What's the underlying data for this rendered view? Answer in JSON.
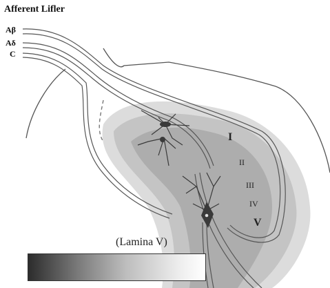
{
  "figure": {
    "title": "Afferent Lifler",
    "fibers": [
      {
        "label": "Aβ"
      },
      {
        "label": "Aδ"
      },
      {
        "label": "C"
      }
    ],
    "laminae": [
      {
        "label": "I"
      },
      {
        "label": "II"
      },
      {
        "label": "III"
      },
      {
        "label": "IV"
      },
      {
        "label": "V"
      }
    ],
    "caption": "(Lamina V)",
    "colors": {
      "background": "#ffffff",
      "lamina_dark": "#a9a9a9",
      "lamina_mid": "#c4c4c4",
      "lamina_light": "#dcdcdc",
      "neuron": "#3a3a3a"
    }
  }
}
